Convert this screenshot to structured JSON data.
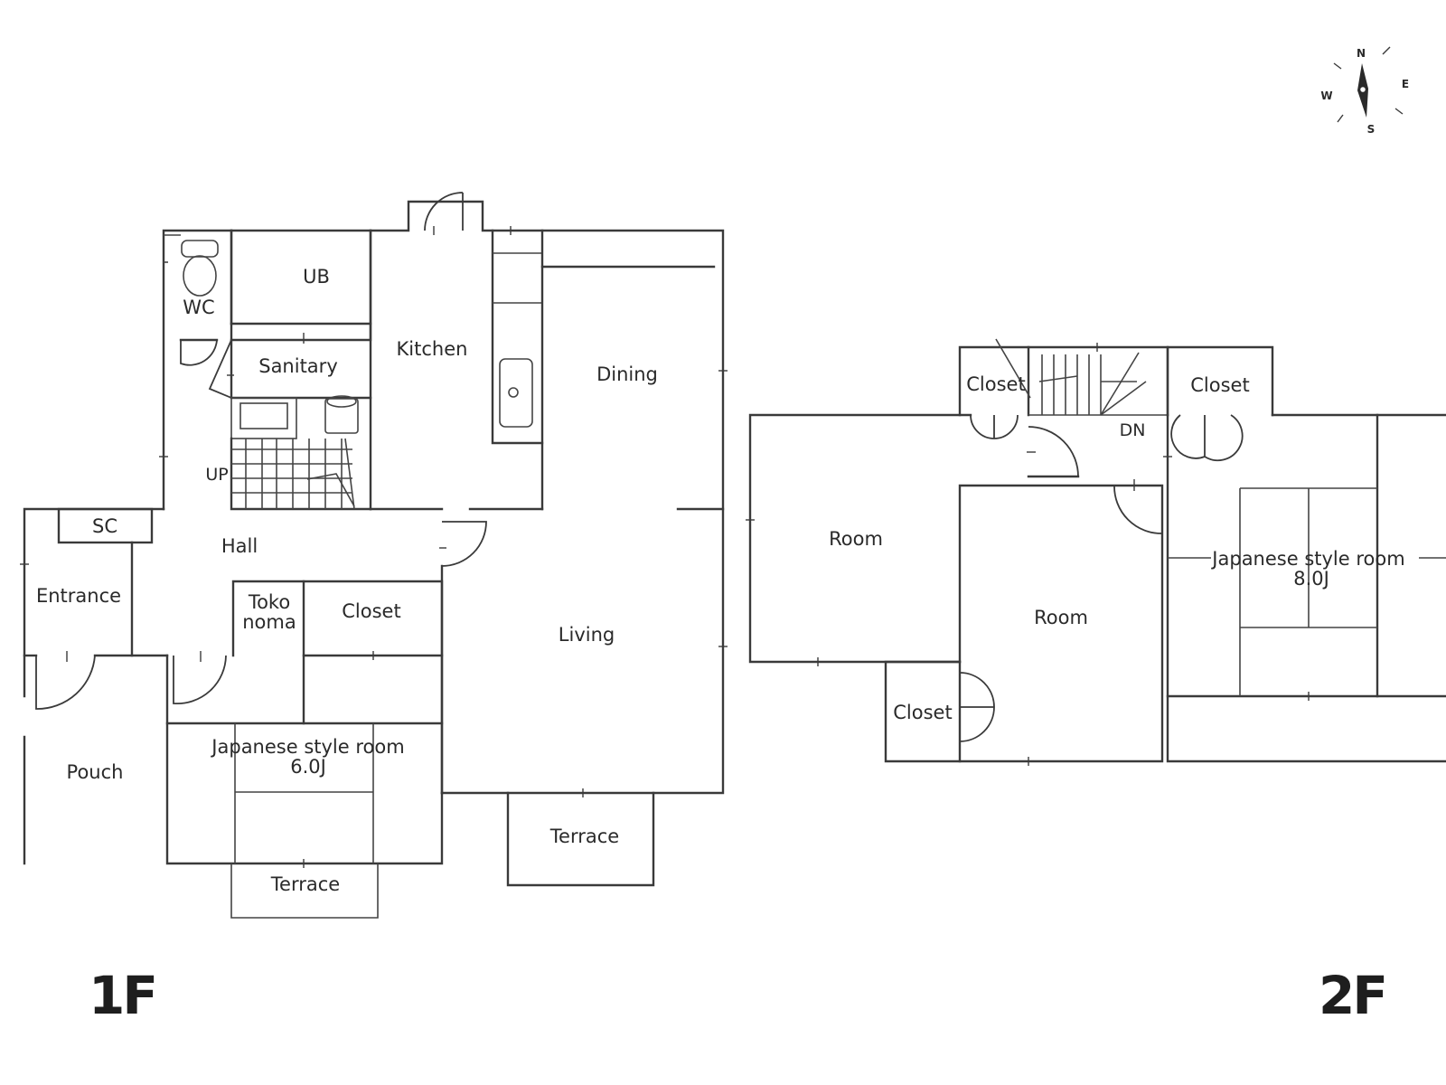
{
  "floors": {
    "first": "1F",
    "second": "2F"
  },
  "compass": {
    "n": "N",
    "e": "E",
    "s": "S",
    "w": "W"
  },
  "first_floor": {
    "wc": "WC",
    "ub": "UB",
    "sanitary": "Sanitary",
    "kitchen": "Kitchen",
    "dining": "Dining",
    "up": "UP",
    "sc": "SC",
    "hall": "Hall",
    "entrance": "Entrance",
    "tokonoma_1": "Toko",
    "tokonoma_2": "noma",
    "closet": "Closet",
    "living": "Living",
    "japanese_room": "Japanese style room",
    "japanese_room_size": "6.0J",
    "pouch": "Pouch",
    "terrace_left": "Terrace",
    "terrace_right": "Terrace"
  },
  "second_floor": {
    "closet_stair": "Closet",
    "closet_top_right": "Closet",
    "dn": "DN",
    "room_left": "Room",
    "room_center": "Room",
    "japanese_room": "Japanese style room",
    "japanese_room_size": "8.0J",
    "closet_bottom": "Closet"
  },
  "colors": {
    "line": "#3a3a3a",
    "text": "#2a2a2a",
    "background": "#ffffff"
  }
}
